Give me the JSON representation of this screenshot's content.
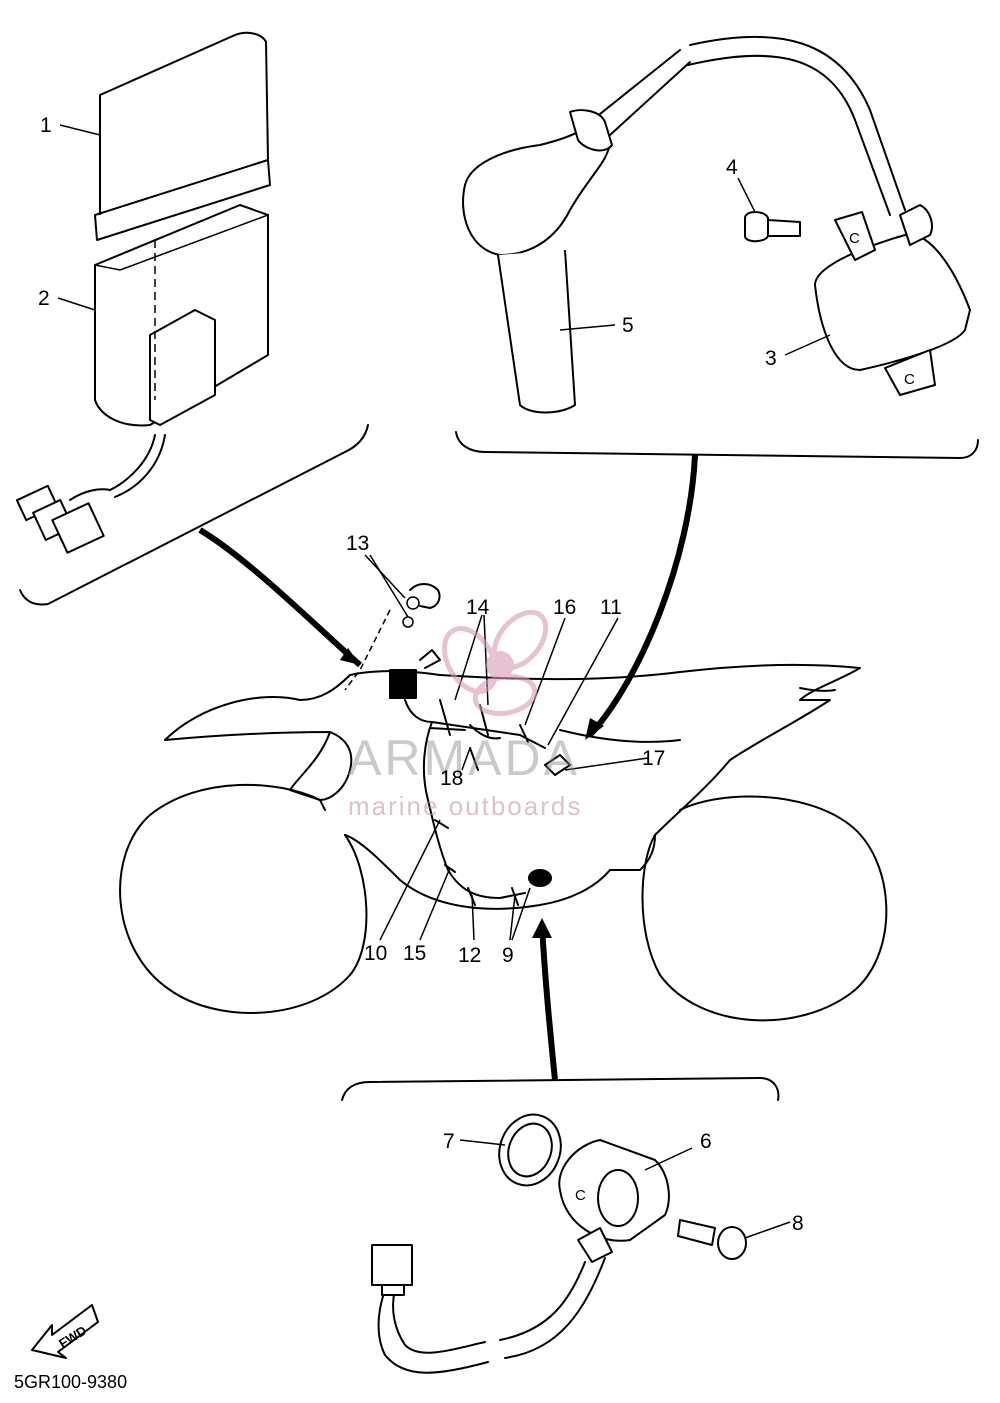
{
  "diagram": {
    "code": "5GR100-9380",
    "fwd_label": "FWD",
    "watermark": {
      "brand": "ARMADA",
      "tagline": "marine outboards"
    },
    "callouts": {
      "c1": "1",
      "c2": "2",
      "c3": "3",
      "c4": "4",
      "c5": "5",
      "c6": "6",
      "c7": "7",
      "c8": "8",
      "c9": "9",
      "c10": "10",
      "c11": "11",
      "c12": "12",
      "c13": "13",
      "c14": "14",
      "c15": "15",
      "c16": "16",
      "c17": "17",
      "c18": "18"
    },
    "part_symbol": "C"
  },
  "icons": {
    "fwd": "fwd-arrow-icon",
    "logo": "propeller-logo-icon"
  }
}
